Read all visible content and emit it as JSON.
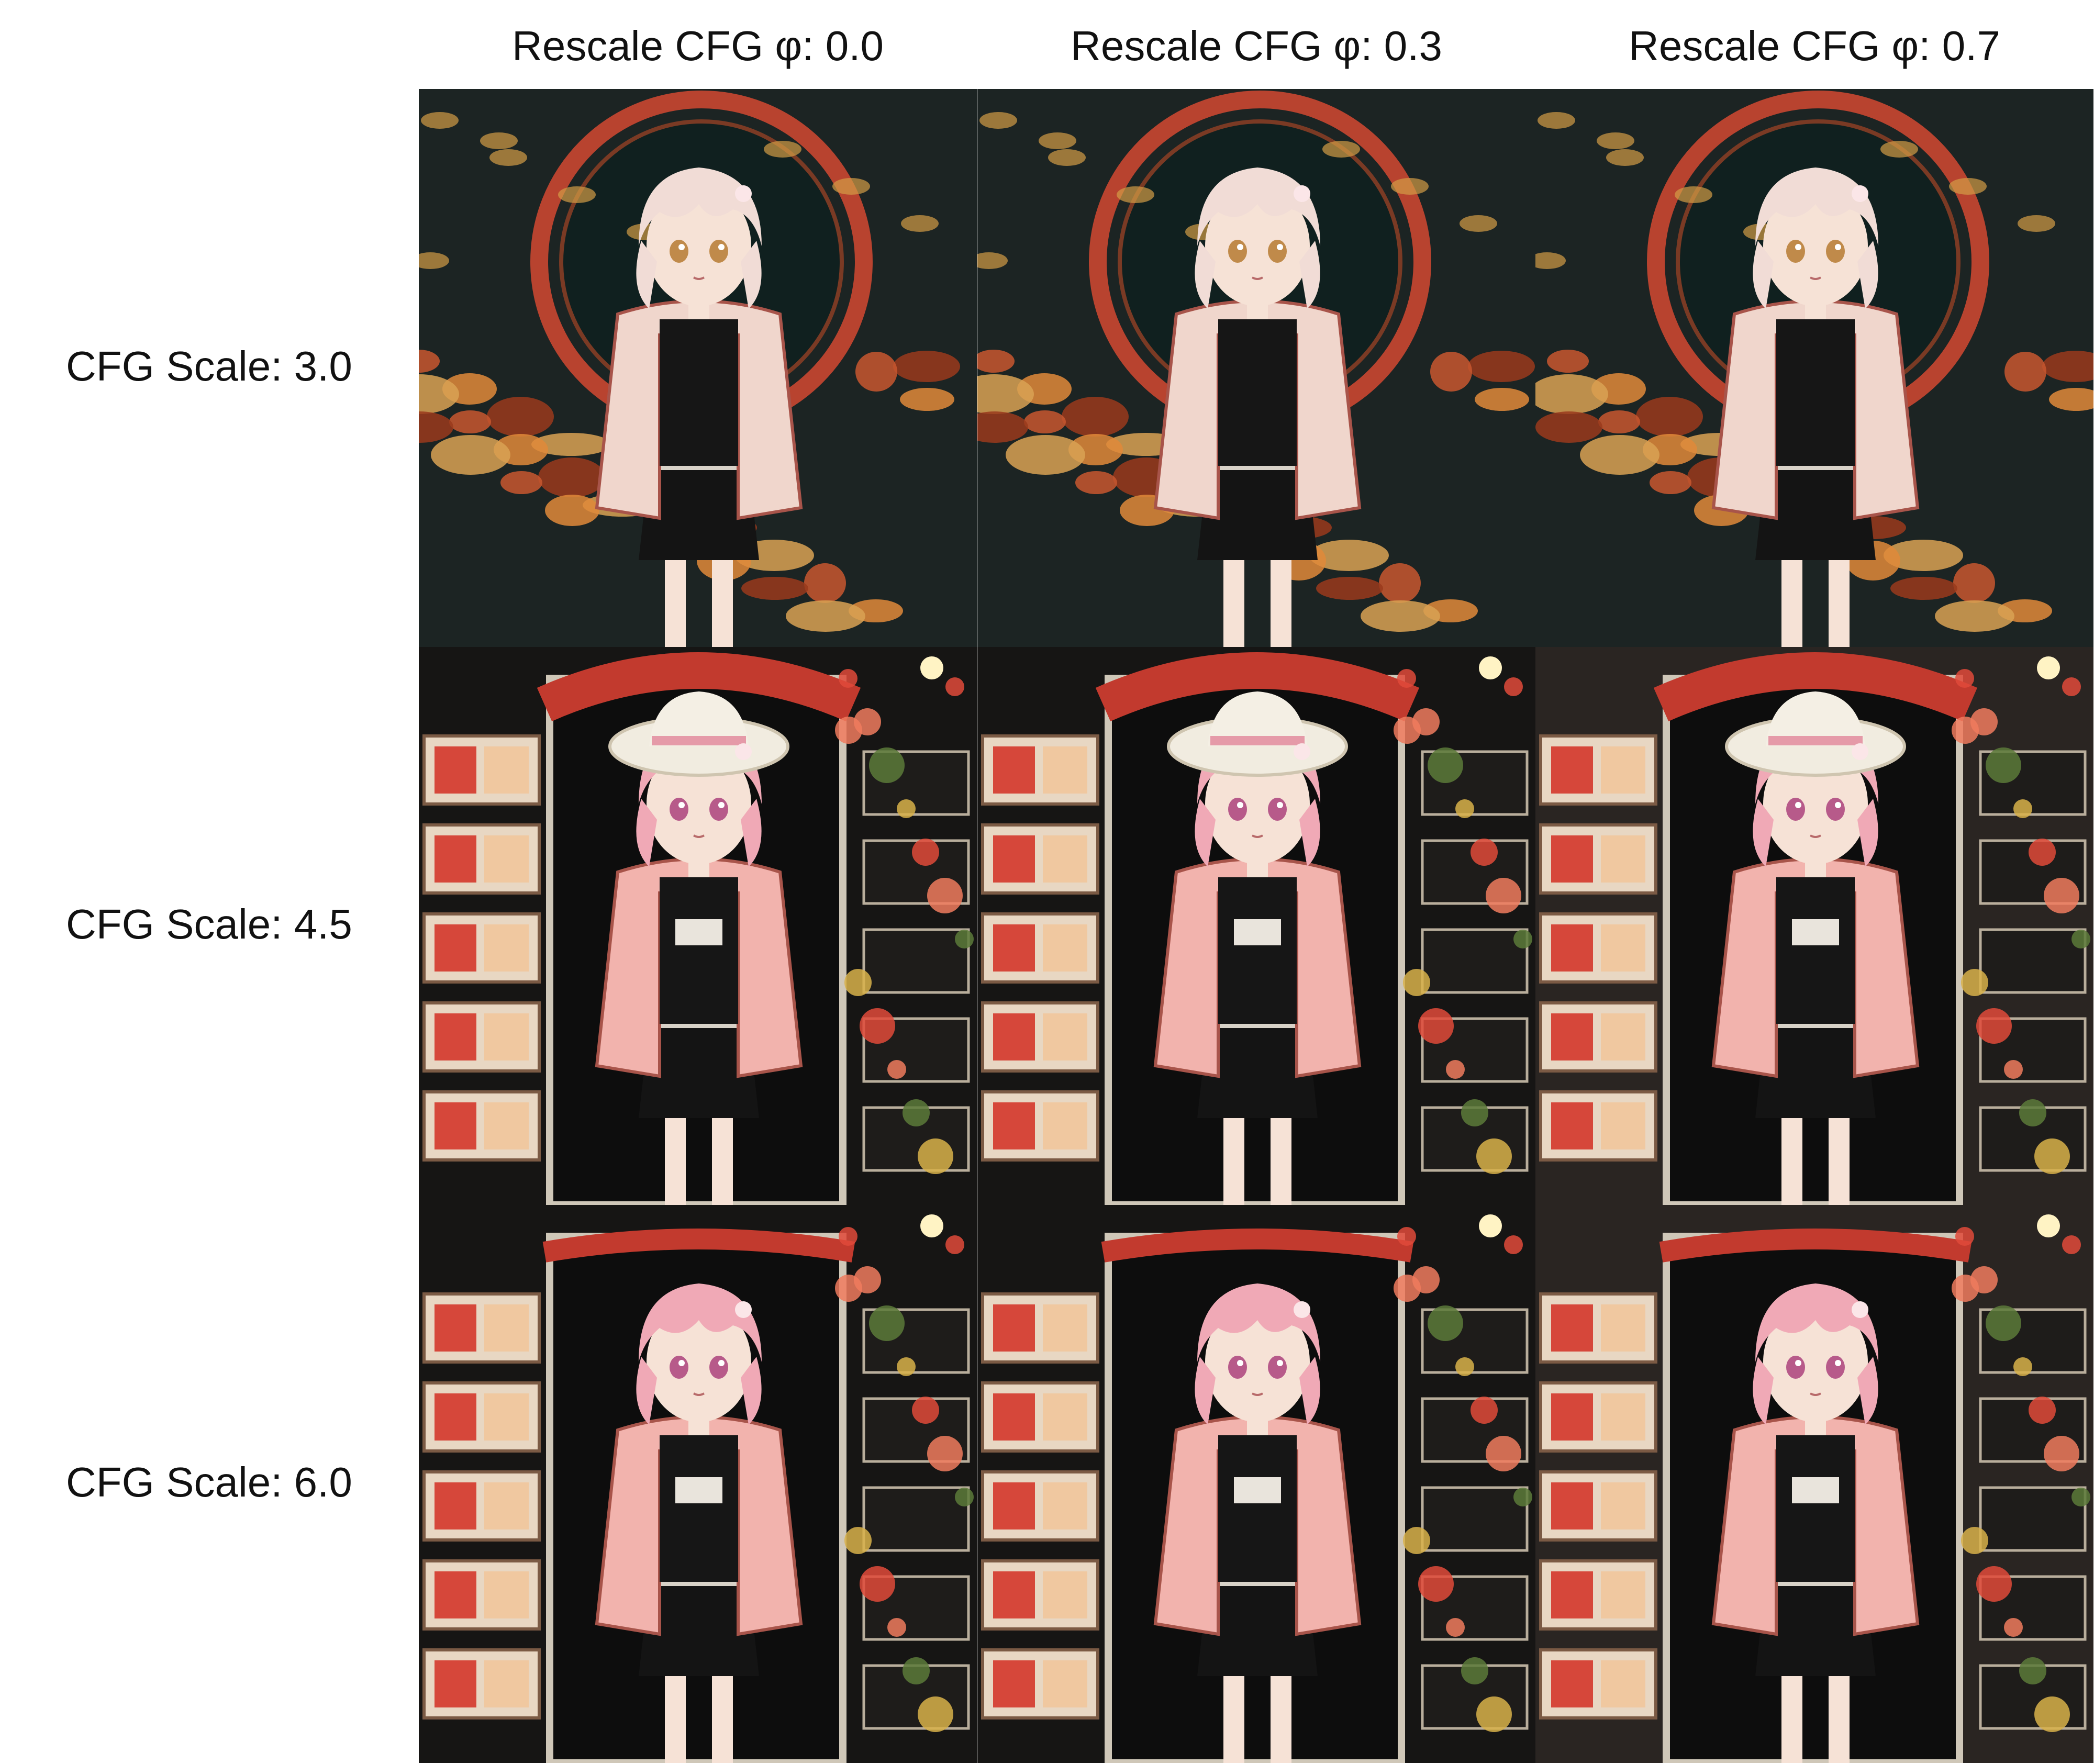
{
  "columns": [
    {
      "label": "Rescale CFG φ: 0.0"
    },
    {
      "label": "Rescale CFG φ: 0.3"
    },
    {
      "label": "Rescale CFG φ: 0.7"
    }
  ],
  "rows": [
    {
      "label": "CFG Scale: 3.0"
    },
    {
      "label": "CFG Scale: 4.5"
    },
    {
      "label": "CFG Scale: 6.0"
    }
  ],
  "palette": {
    "background": "#ffffff",
    "label_color": "#111111",
    "hair_light": "#f1dcd6",
    "hair_pink": "#f0a9b6",
    "jacket": "#f2b3ad",
    "shirt": "#161616",
    "skin": "#f6e2d6",
    "frame_red": "#b8432f",
    "bg_dark": "#141818"
  }
}
